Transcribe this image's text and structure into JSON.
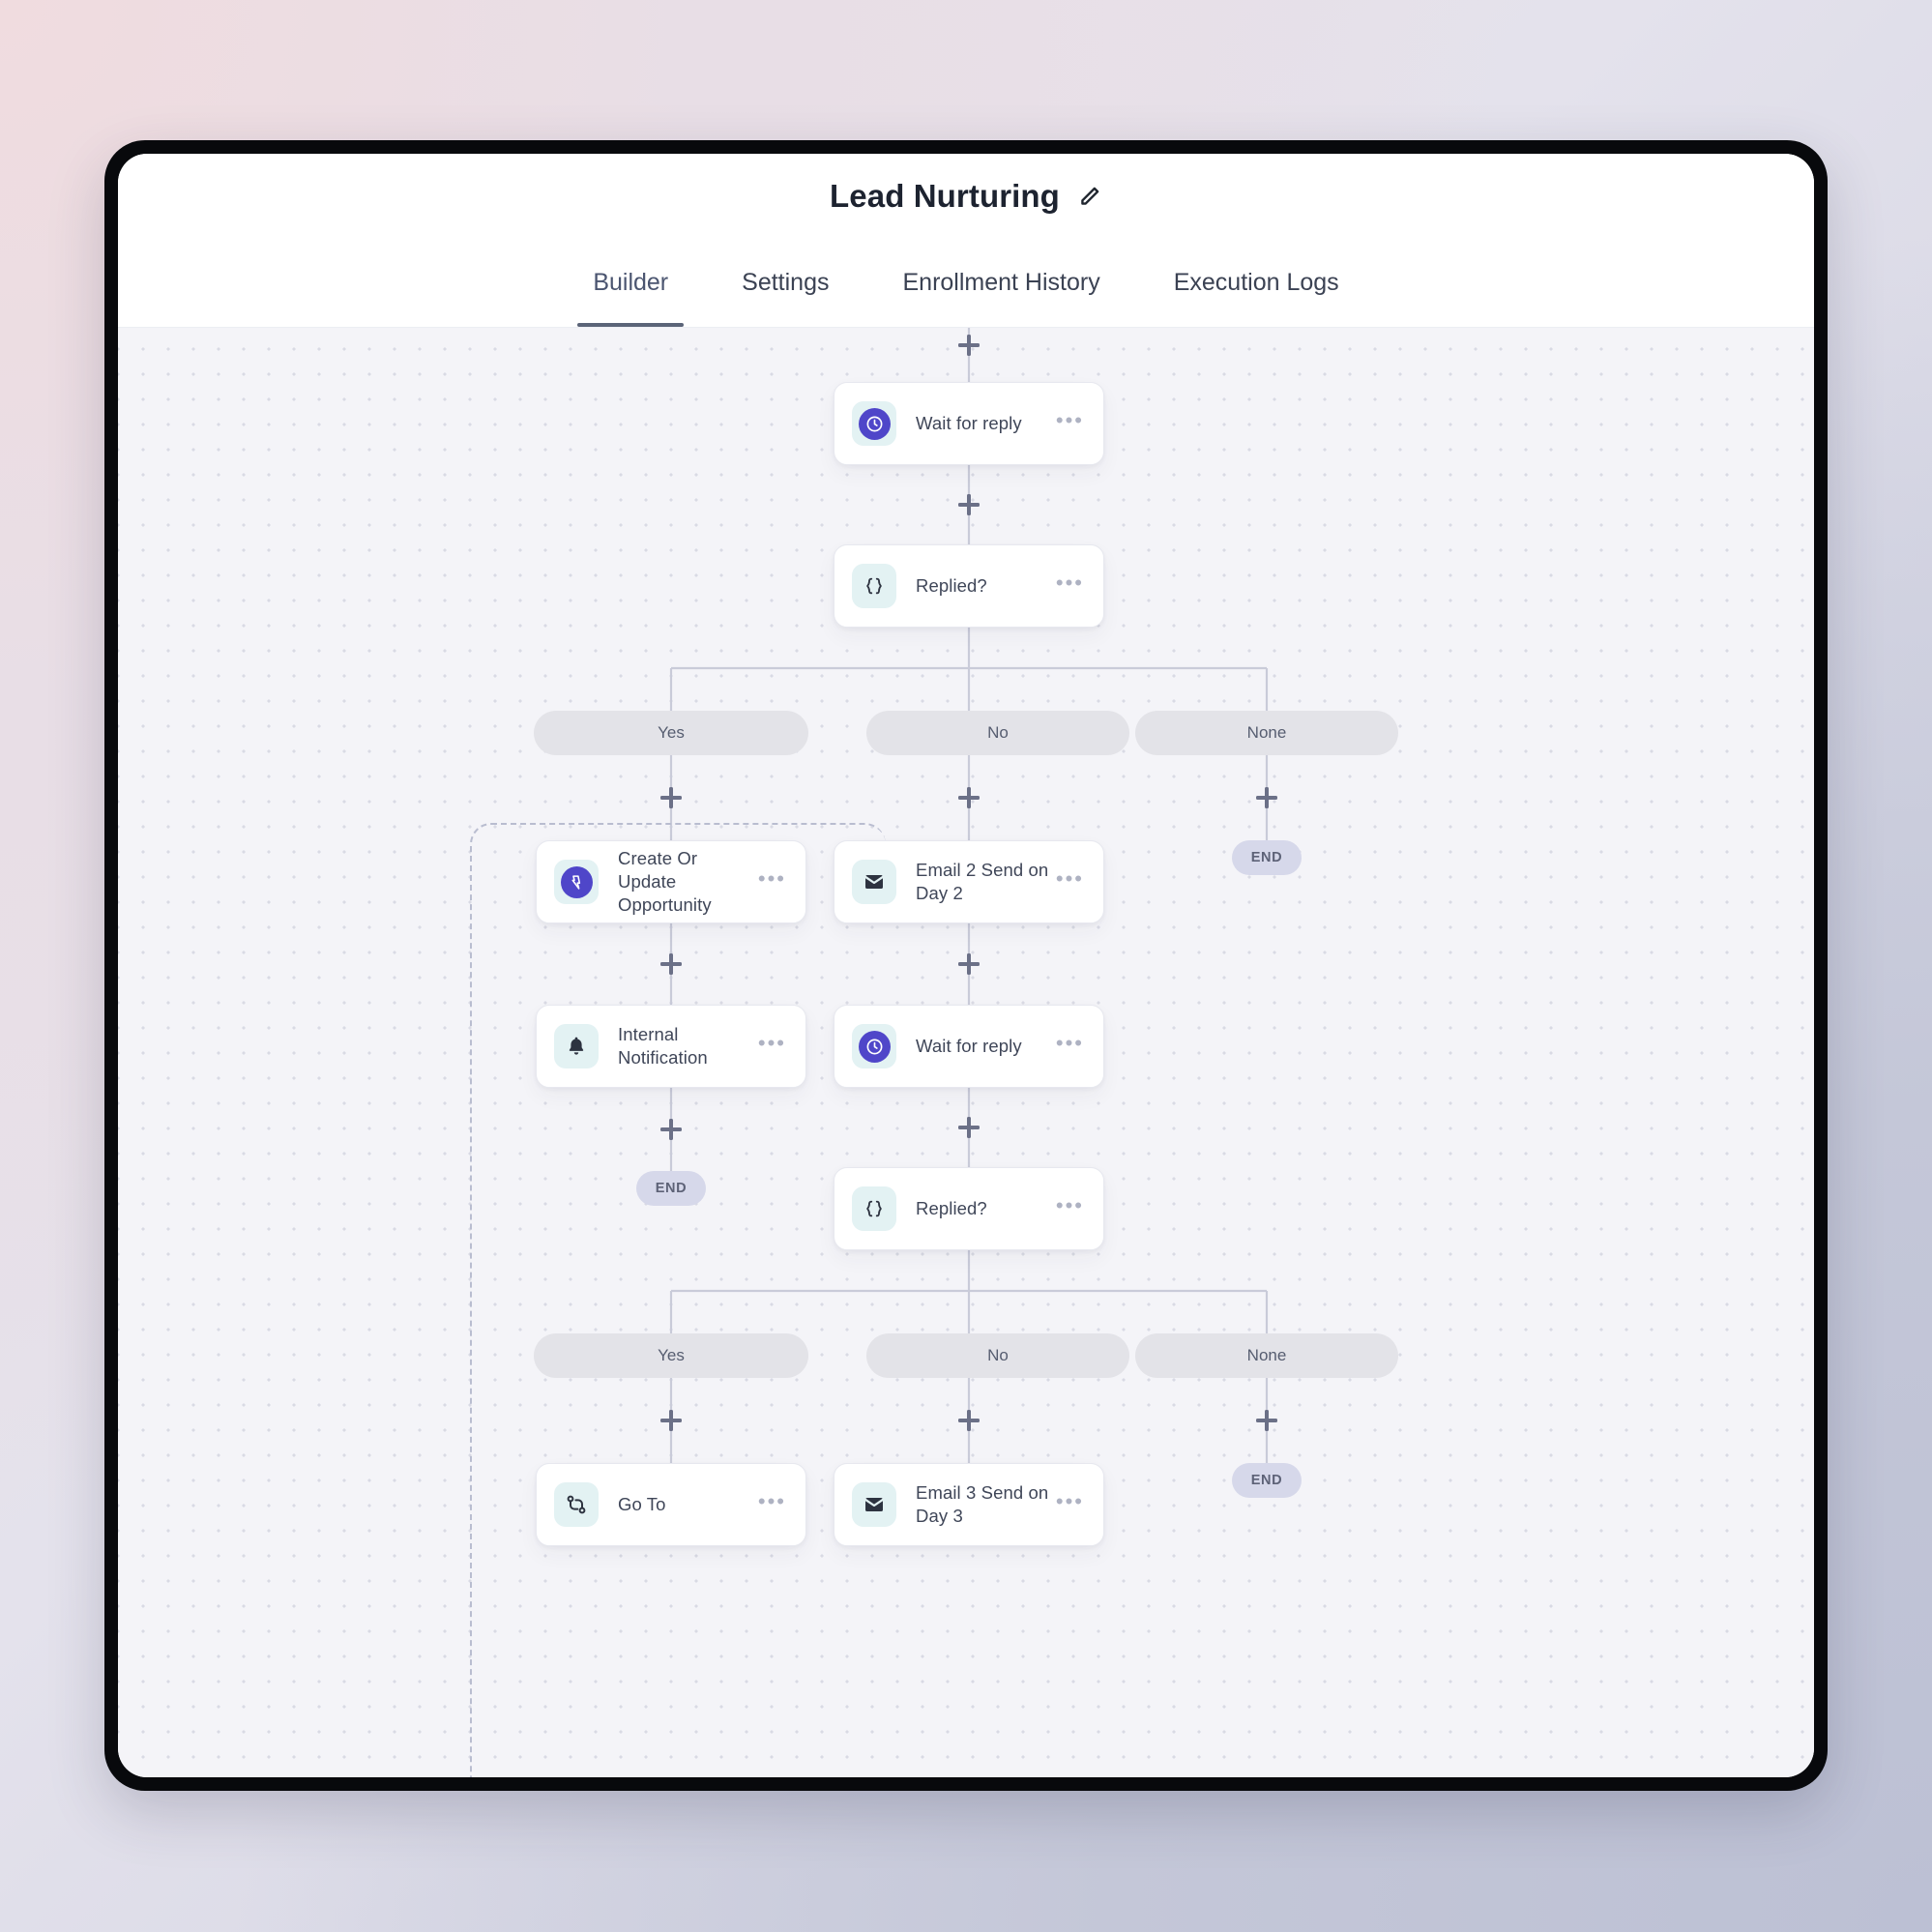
{
  "window": {
    "title": "Lead Nurturing",
    "edit_icon": "pencil-icon"
  },
  "tabs": [
    {
      "label": "Builder",
      "active": true
    },
    {
      "label": "Settings",
      "active": false
    },
    {
      "label": "Enrollment History",
      "active": false
    },
    {
      "label": "Execution Logs",
      "active": false
    }
  ],
  "colors": {
    "accent_purple": "#4f46c9",
    "icon_tile": "#e3f2f3",
    "pill_bg": "#e3e3e8",
    "end_pill_bg": "#d6d8ea",
    "canvas_bg": "#f4f4f8",
    "card_bg": "#ffffff",
    "tab_active": "#4b5570",
    "wire": "#c9cbd9"
  },
  "flow": {
    "nodes": [
      {
        "id": "wait1",
        "label": "Wait for reply",
        "icon": "clock-icon"
      },
      {
        "id": "cond1",
        "label": "Replied?",
        "icon": "braces-icon"
      },
      {
        "id": "opp",
        "label": "Create Or Update Opportunity",
        "icon": "opportunity-icon"
      },
      {
        "id": "email2",
        "label": "Email 2 Send on Day 2",
        "icon": "envelope-icon"
      },
      {
        "id": "notif",
        "label": "Internal Notification",
        "icon": "bell-icon"
      },
      {
        "id": "wait2",
        "label": "Wait for reply",
        "icon": "clock-icon"
      },
      {
        "id": "cond2",
        "label": "Replied?",
        "icon": "braces-icon"
      },
      {
        "id": "goto",
        "label": "Go To",
        "icon": "goto-icon"
      },
      {
        "id": "email3",
        "label": "Email 3 Send on Day 3",
        "icon": "envelope-icon"
      }
    ],
    "branch_row_1": [
      "Yes",
      "No",
      "None"
    ],
    "branch_row_2": [
      "Yes",
      "No",
      "None"
    ],
    "end_labels": [
      "END",
      "END",
      "END"
    ],
    "add_button": "+"
  }
}
